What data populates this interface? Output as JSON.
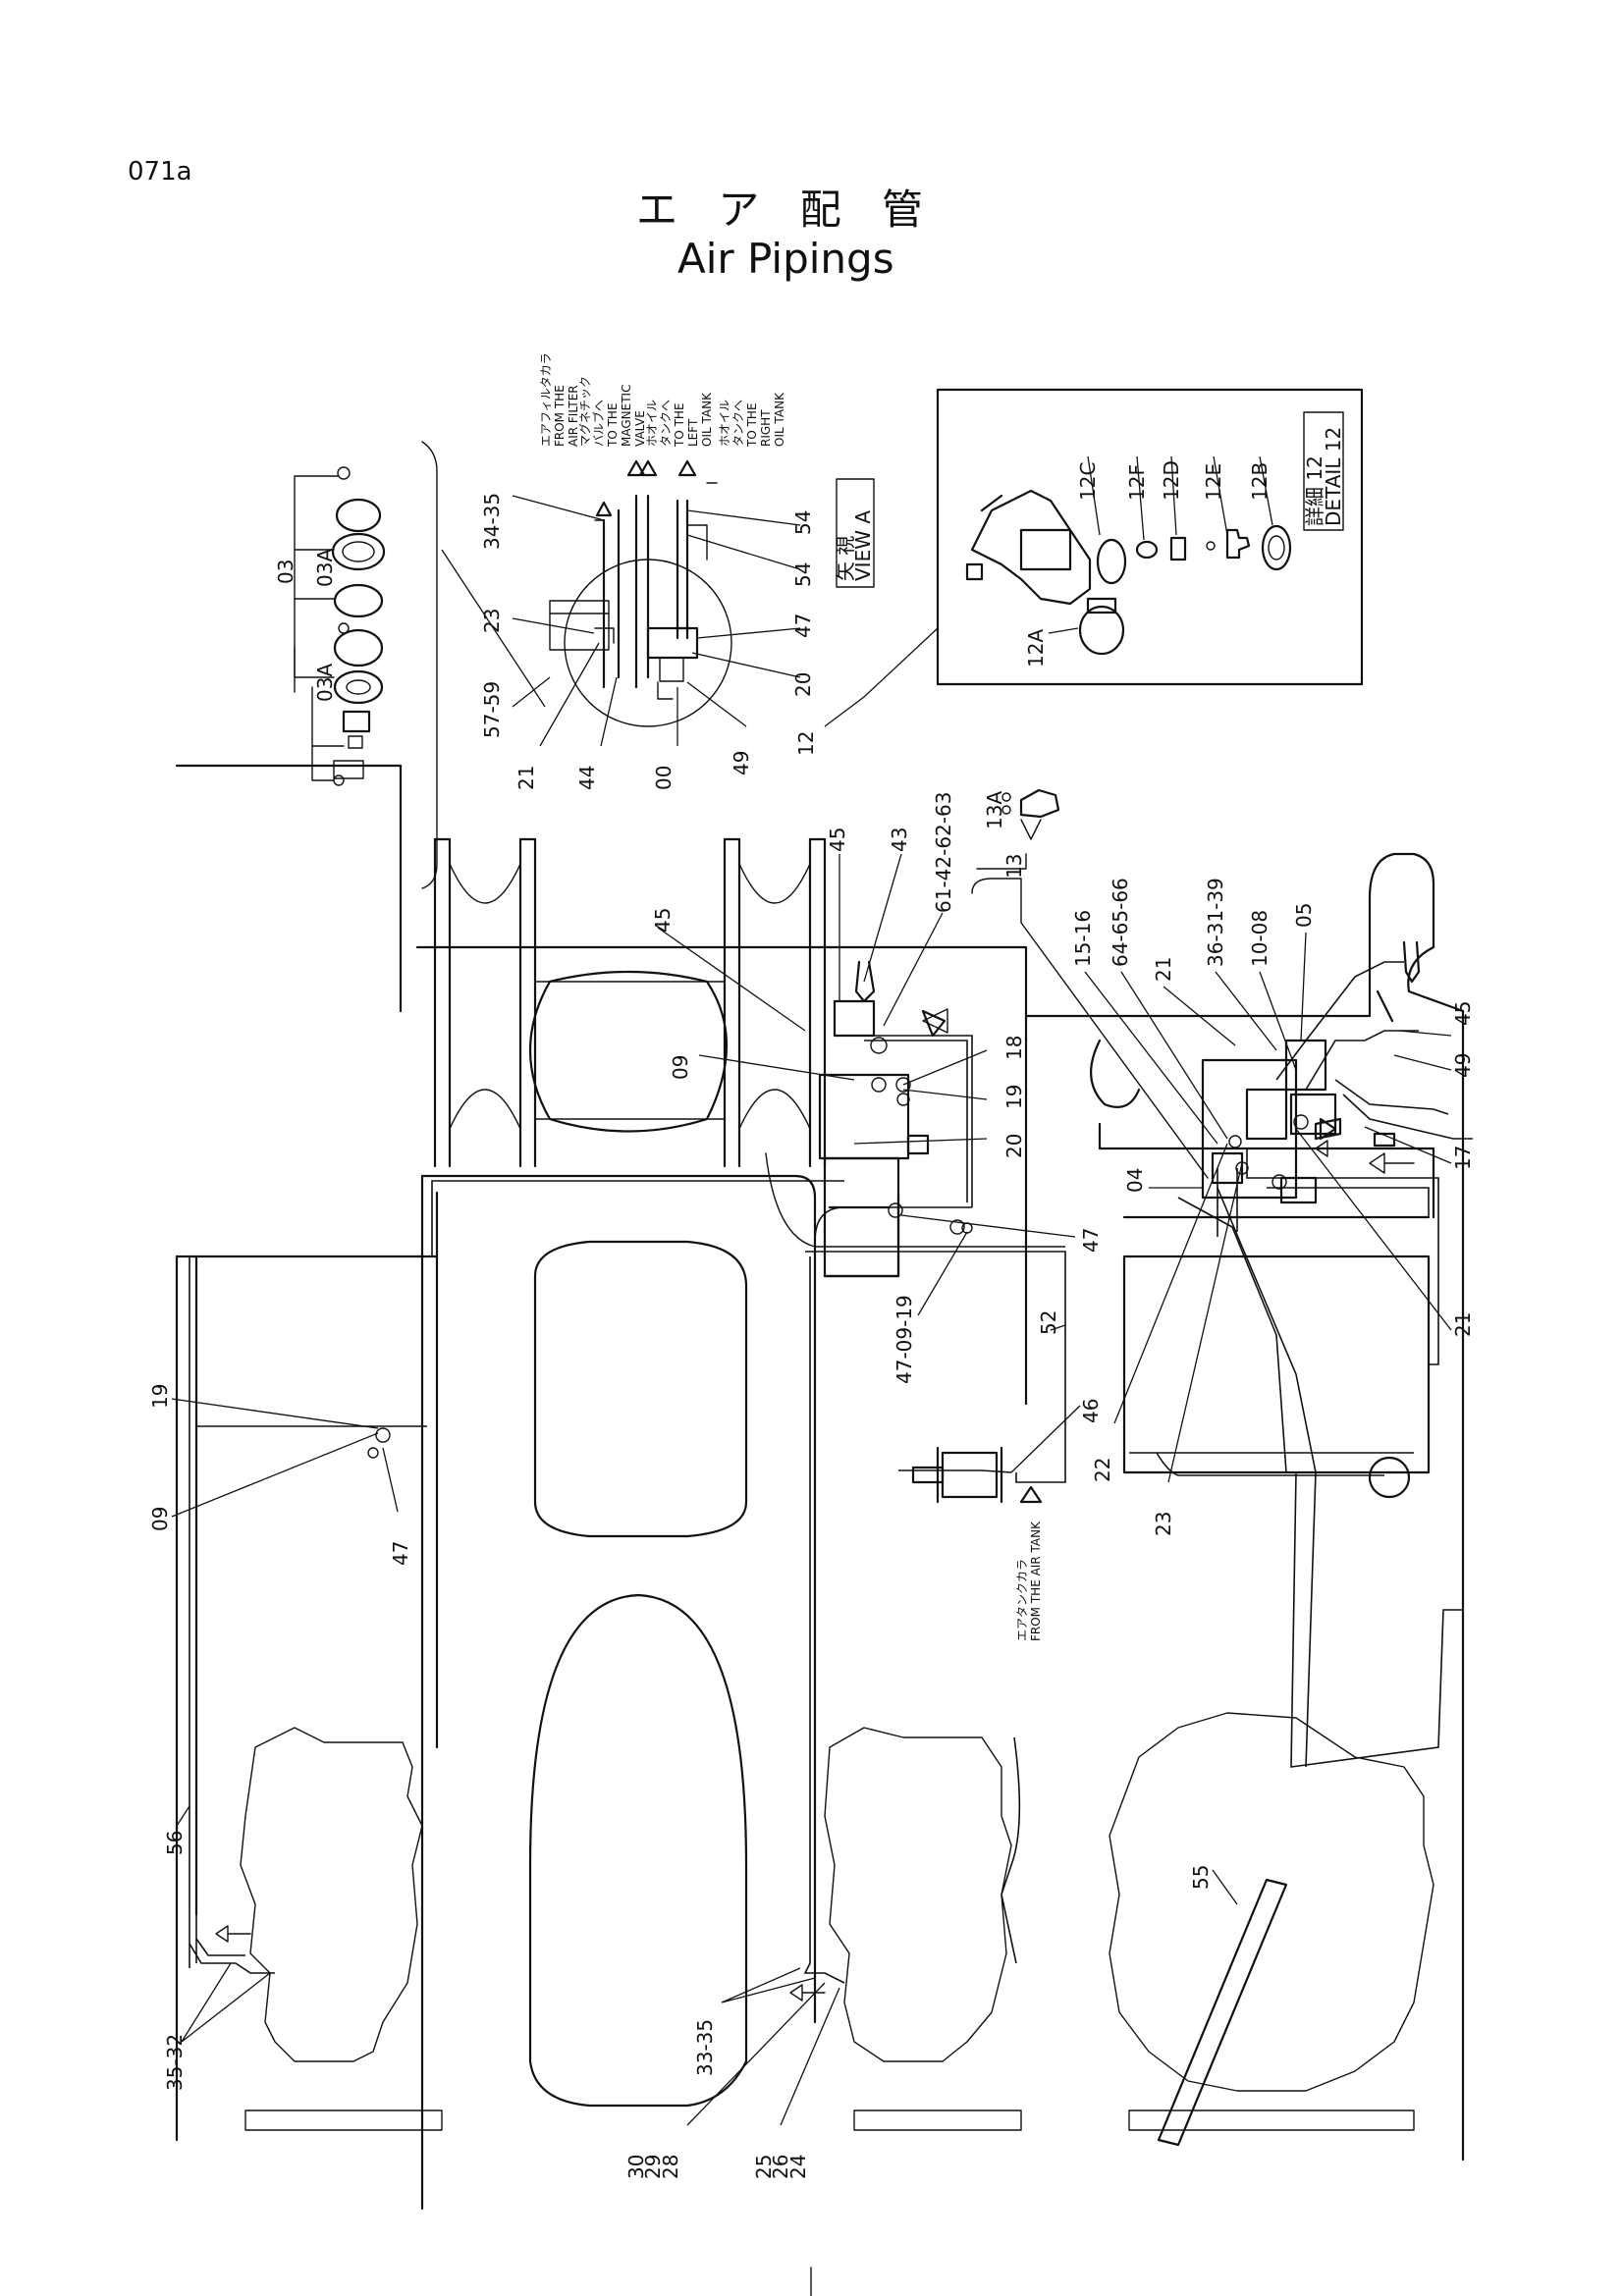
{
  "page_code": "071a",
  "title_jp": "エ ア 配 管",
  "title_en": "Air Pipings",
  "notes": {
    "air_filter": [
      "エアフィルタカラ",
      "FROM THE",
      "AIR FILTER"
    ],
    "magnetic_valve": [
      "マグネチック",
      "バルブへ",
      "TO THE",
      "MAGNETIC",
      "VALVE"
    ],
    "left_oil_tank": [
      "ホオイル",
      "タンクへ",
      "TO THE",
      "LEFT",
      "OIL TANK"
    ],
    "right_oil_tank": [
      "ホオイル",
      "タンクへ",
      "TO THE",
      "RIGHT",
      "OIL TANK"
    ],
    "air_tank": [
      "エアタンクカラ",
      "FROM THE AIR TANK"
    ],
    "view_a": [
      "矢 視",
      "VIEW  A"
    ],
    "detail_12": [
      "詳細 12",
      "DETAIL 12"
    ]
  },
  "callouts": {
    "inset": [
      "03",
      "03A",
      "03A",
      "34-35",
      "23",
      "57-59",
      "21",
      "44",
      "00",
      "49",
      "12",
      "47",
      "20",
      "54",
      "54"
    ],
    "detail": [
      "12C",
      "12F",
      "12D",
      "12E",
      "12B",
      "12A"
    ],
    "center": [
      "45",
      "45",
      "43",
      "61-42-62-63",
      "09",
      "18",
      "19",
      "20",
      "47",
      "47-09-19",
      "52",
      "46",
      "13",
      "13A"
    ],
    "right": [
      "15-16",
      "64-65-66",
      "21",
      "36-31-39",
      "10-08",
      "05",
      "45",
      "49",
      "17",
      "04",
      "21",
      "22",
      "23"
    ],
    "left": [
      "19",
      "09",
      "47",
      "56",
      "35-32"
    ],
    "bottom": [
      "33-35",
      "30",
      "29",
      "28",
      "25",
      "26",
      "24",
      "55"
    ]
  }
}
